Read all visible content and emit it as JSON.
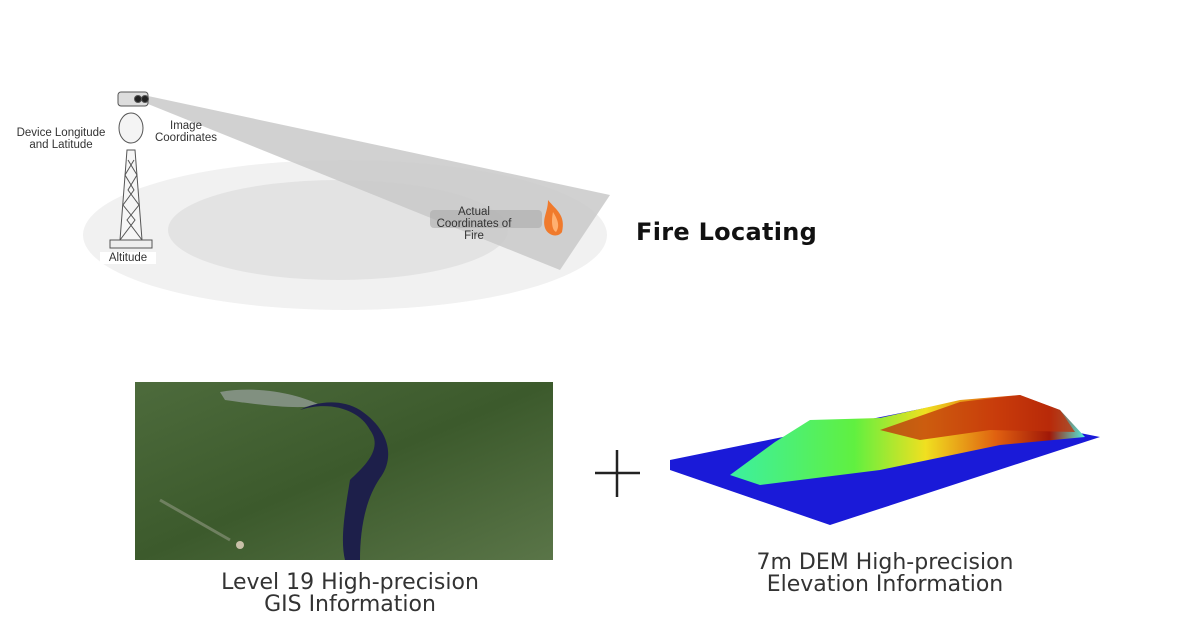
{
  "fire_locating": {
    "title": "Fire  Locating",
    "labels": {
      "device": [
        "Device Longitude",
        "and Latitude"
      ],
      "image": [
        "Image",
        "Coordinates"
      ],
      "actual": [
        "Actual",
        "Coordinates of",
        "Fire"
      ],
      "altitude": "Altitude"
    }
  },
  "gis": {
    "caption": [
      "Level 19 High-precision",
      "GIS Information"
    ]
  },
  "operator": "+",
  "dem": {
    "caption": [
      "7m DEM High-precision",
      "Elevation Information"
    ]
  },
  "colors": {
    "beam": "#c9c9c9",
    "fire": "#f07a2c",
    "dem_base": "#1a1ad8"
  }
}
